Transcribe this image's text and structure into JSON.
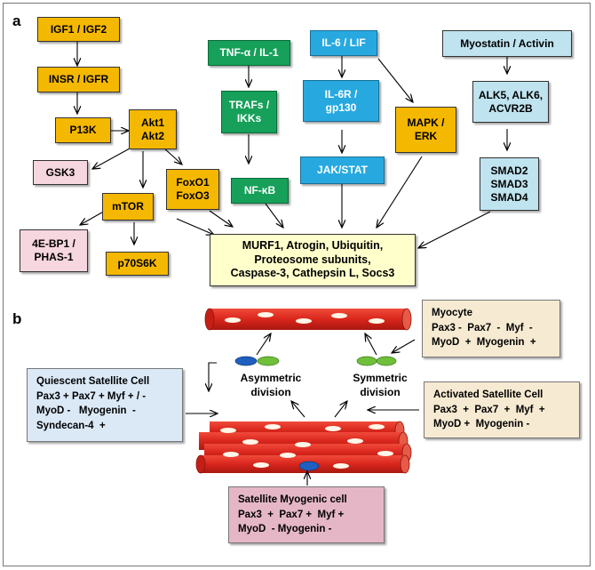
{
  "panels": {
    "a": "a",
    "b": "b"
  },
  "panel_a": {
    "igf": "IGF1 / IGF2",
    "insr": "INSR / IGFR",
    "p13k": "P13K",
    "akt": "Akt1\nAkt2",
    "gsk3": "GSK3",
    "mtor": "mTOR",
    "foxo": "FoxO1\nFoxO3",
    "eb1": "4E-BP1 /\nPHAS-1",
    "p70": "p70S6K",
    "tnf": "TNF-α /  IL-1",
    "trafs": "TRAFs /\nIKKs",
    "nfkb": "NF-κB",
    "il6": "IL-6 / LIF",
    "il6r": "IL-6R /\ngp130",
    "jak": "JAK/STAT",
    "mapk": "MAPK /\nERK",
    "myostatin": "Myostatin / Activin",
    "alk": "ALK5, ALK6,\nACVR2B",
    "smad": "SMAD2\nSMAD3\nSMAD4",
    "targets": "MURF1, Atrogin, Ubiquitin,\nProteosome subunits,\nCaspase-3, Cathepsin L, Socs3"
  },
  "panel_b": {
    "myocyte": [
      "Myocyte",
      "Pax3 -  Pax7  -  Myf  -",
      "MyoD  +  Myogenin  +"
    ],
    "quiescent": [
      "Quiescent Satellite Cell",
      "Pax3 + Pax7 + Myf + / -",
      "MyoD -   Myogenin  -",
      "Syndecan-4  +"
    ],
    "activated": [
      "Activated Satellite Cell",
      "Pax3  +  Pax7  +  Myf  +",
      "MyoD +  Myogenin -"
    ],
    "myogenic": [
      "Satellite Myogenic cell",
      "Pax3  +  Pax7 +  Myf +",
      "MyoD  - Myogenin -"
    ],
    "asymmetric": "Asymmetric\ndivision",
    "symmetric": "Symmetric\ndivision"
  },
  "colors": {
    "orange": "#f5b800",
    "green": "#16a05a",
    "blue": "#27a9e0",
    "light_blue": "#bfe3ef",
    "pink": "#f6d6df",
    "light_yellow": "#ffffcc",
    "fiber_red": "#d9261c",
    "nucleus_blue": "#1f5fbf",
    "nucleus_green": "#6fbf3a"
  }
}
